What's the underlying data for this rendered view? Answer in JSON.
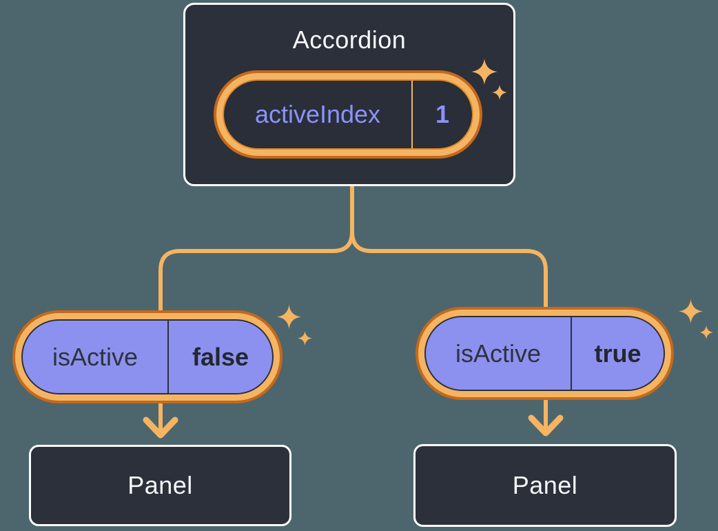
{
  "diagram": {
    "root_component": {
      "title": "Accordion",
      "state": {
        "key": "activeIndex",
        "value": "1"
      }
    },
    "children": [
      {
        "prop": {
          "key": "isActive",
          "value": "false"
        },
        "panel_label": "Panel"
      },
      {
        "prop": {
          "key": "isActive",
          "value": "true"
        },
        "panel_label": "Panel"
      }
    ],
    "icons": [
      "sparkle-icon"
    ],
    "colors": {
      "background": "#4D666D",
      "node_background": "#2B303B",
      "node_border": "#FFFFFF",
      "node_text": "#F6F7F9",
      "state_text": "#8B93F8",
      "prop_pill_fill": "#8C91F0",
      "prop_text": "#23272F",
      "ring_outer_orange": "#C4691C",
      "ring_inner_orange": "#F5B462",
      "connector_line": "#F5B462"
    }
  }
}
